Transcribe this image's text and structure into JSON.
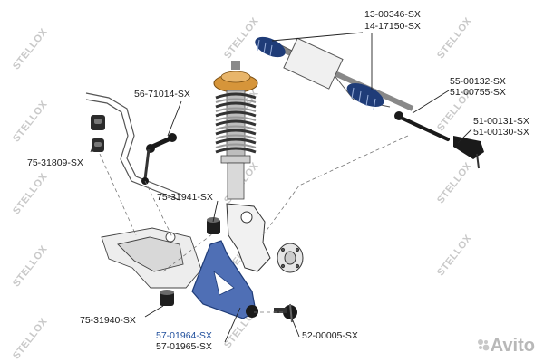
{
  "watermark": {
    "text": "STELLOX"
  },
  "labels": {
    "steering_rack_boots": [
      "13-00346-SX",
      "14-17150-SX"
    ],
    "inner_tie_rod": [
      "55-00132-SX",
      "51-00755-SX"
    ],
    "tie_rod_end": [
      "51-00131-SX",
      "51-00130-SX"
    ],
    "stabilizer_link": "56-71014-SX",
    "stabilizer_bushing": "75-31809-SX",
    "control_arm_bushing_front": "75-31941-SX",
    "control_arm_bushing_rear": "75-31940-SX",
    "control_arm": [
      "57-01964-SX",
      "57-01965-SX"
    ],
    "ball_joint": "52-00005-SX"
  },
  "brand": {
    "avito": "Avito"
  },
  "colors": {
    "line": "#222222",
    "part_blue": "#4f6fb5",
    "part_dark": "#1a1a1a",
    "part_gray": "#9a9a9a",
    "mount_orange": "#d6953a",
    "label_blue": "#1f4e9c",
    "watermark": "#c9c9c9"
  }
}
